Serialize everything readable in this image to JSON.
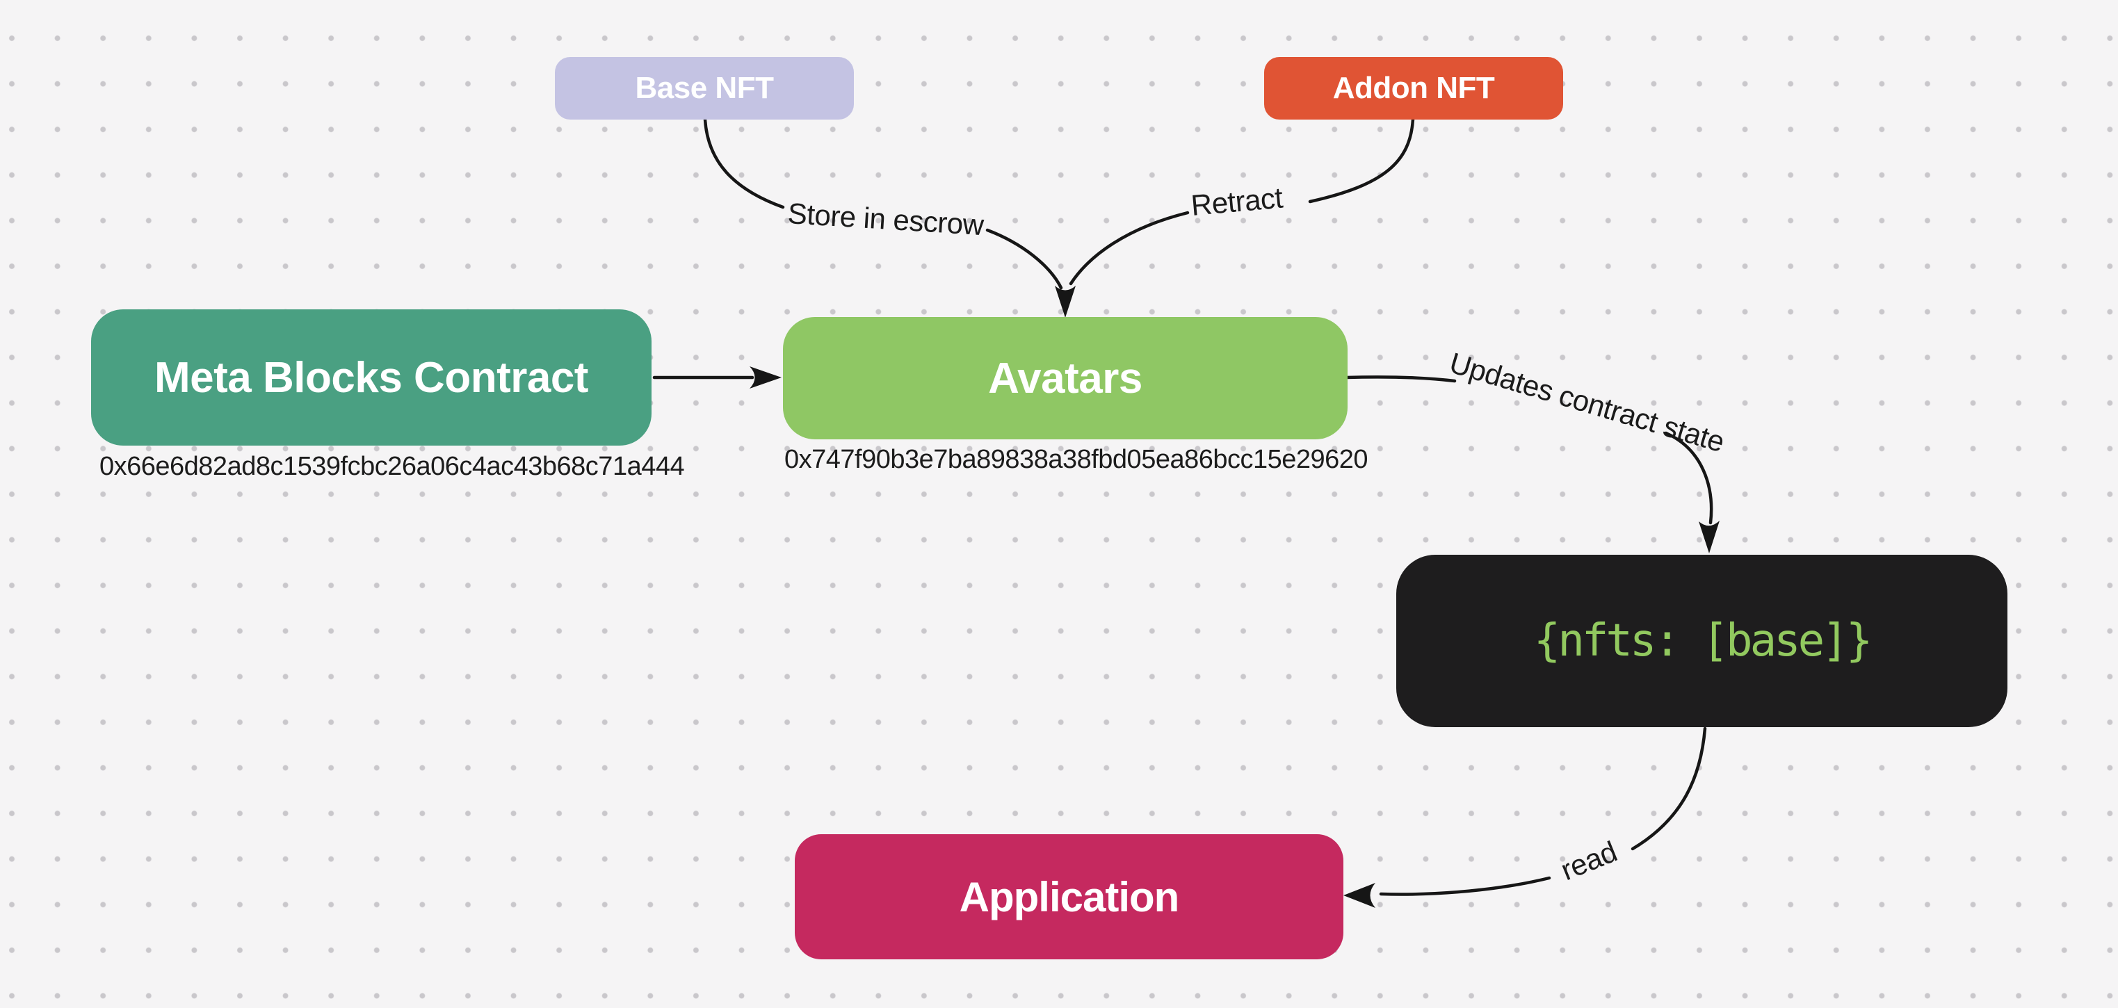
{
  "canvas": {
    "background": "#f5f4f5",
    "dot_color": "#c9c7cb",
    "line_color": "#161616",
    "edge_label_color": "#1b1b1b"
  },
  "nodes": {
    "base_nft": {
      "label": "Base NFT",
      "color": "#c4c3e3",
      "text_color": "#ffffff"
    },
    "addon_nft": {
      "label": "Addon NFT",
      "color": "#e05434",
      "text_color": "#ffffff"
    },
    "meta_blocks_contract": {
      "label": "Meta Blocks Contract",
      "color": "#4aa082",
      "text_color": "#ffffff",
      "address": "0x66e6d82ad8c1539fcbc26a06c4ac43b68c71a444"
    },
    "avatars": {
      "label": "Avatars",
      "color": "#8fc764",
      "text_color": "#ffffff",
      "address": "0x747f90b3e7ba89838a38fbd05ea86bcc15e29620"
    },
    "contract_state": {
      "label": "{nfts: [base]}",
      "color": "#1e1d1e",
      "text_color": "#92c95f"
    },
    "application": {
      "label": "Application",
      "color": "#c5295f",
      "text_color": "#ffffff"
    }
  },
  "edges": {
    "store_in_escrow": {
      "label": "Store in escrow"
    },
    "retract": {
      "label": "Retract"
    },
    "meta_to_avatars": {
      "label": ""
    },
    "updates_contract_state": {
      "label": "Updates contract state"
    },
    "read": {
      "label": "read"
    }
  }
}
